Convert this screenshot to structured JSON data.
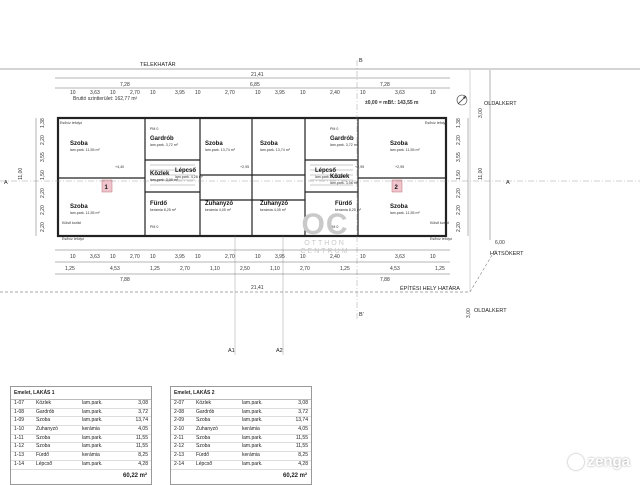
{
  "plan": {
    "top_boundary": "TELEKHATÁR",
    "bottom_boundary": "ÉPÍTÉSI HELY HATÁRA",
    "side_garden": "OLDALKERT",
    "rear_garden": "HÁTSÓKERT",
    "total_width": "21,41",
    "overall_dims": [
      "7,28",
      "6,85",
      "7,28"
    ],
    "left_total": "7,88",
    "right_total": "7,88",
    "left_height": "11,00",
    "right_height": "11,00",
    "gross_area": "Bruttó szintterület: 162,77 m²",
    "level": "±0,00 = mBf.: 143,55 m",
    "setback_1": "6,00",
    "setback_2": "3,00",
    "setback_3": "3,00",
    "unit_1": "1",
    "unit_2": "2",
    "section_a": "A",
    "section_b": "B",
    "section_b1": "B'",
    "section_a1": "A1",
    "section_a2": "A2",
    "rooms": [
      {
        "name": "Szoba",
        "sub": "lam.park. 11,55 m²"
      },
      {
        "name": "Gardrób",
        "sub": "lam.park. 3,72 m²"
      },
      {
        "name": "Szoba",
        "sub": "lam.park. 13,74 m²"
      },
      {
        "name": "Közlek",
        "sub": "lam.park. 3,08 m²"
      },
      {
        "name": "Lépcső",
        "sub": "lam.park. 4,28 m²"
      },
      {
        "name": "Fürdő",
        "sub": "kerámia 8,25 m²"
      },
      {
        "name": "Zuhanyzó",
        "sub": "kerámia 4,05 m²"
      },
      {
        "name": "Szoba",
        "sub": "lam.park. 11,55 m²"
      },
      {
        "name": "Szoba",
        "sub": "lam.park. 13,74 m²"
      },
      {
        "name": "Gardrób",
        "sub": "lam.park. 3,72 m²"
      },
      {
        "name": "Szoba",
        "sub": "lam.park. 11,55 m²"
      },
      {
        "name": "Lépcső",
        "sub": "lam.park. 4,28 m²"
      },
      {
        "name": "Közlek",
        "sub": "lam.park. 3,08 m²"
      },
      {
        "name": "Zuhanyzó",
        "sub": "kerámia 4,05 m²"
      },
      {
        "name": "Fürdő",
        "sub": "kerámia 8,25 m²"
      },
      {
        "name": "Szoba",
        "sub": "lam.park. 11,55 m²"
      }
    ],
    "small_labels": [
      "PM 0",
      "PM 0",
      "PM 0",
      "PM 0",
      "Külső korlát",
      "Külső korlát",
      "Esővíz lefolyó",
      "Esővíz lefolyó",
      "Esővíz lefolyó",
      "Esővíz lefolyó",
      "+2,95",
      "+2,95",
      "+4,40",
      "+2,95"
    ],
    "top_dims": [
      "10",
      "3,63",
      "10",
      "2,70",
      "10",
      "3,95",
      "10",
      "2,70",
      "10",
      "3,95",
      "10",
      "2,40",
      "10",
      "3,63",
      "10"
    ],
    "bottom_dims": [
      "10",
      "3,63",
      "10",
      "2,70",
      "10",
      "3,95",
      "10",
      "2,70",
      "10",
      "3,95",
      "10",
      "2,40",
      "10",
      "3,63",
      "10"
    ],
    "bottom_dims2": [
      "1,25",
      "4,53",
      "1,25",
      "2,70",
      "1,10",
      "2,50",
      "1,10",
      "2,70",
      "1,25",
      "4,53",
      "1,25"
    ],
    "side_dims_left": [
      "1,38",
      "2,20",
      "3,55",
      "1,50",
      "2,20",
      "2,20",
      "2,20"
    ],
    "side_dims_right": [
      "1,38",
      "2,20",
      "3,55",
      "1,50",
      "2,20",
      "2,20",
      "2,20"
    ]
  },
  "tables": [
    {
      "title": "Emelet, LAKÁS 1",
      "rows": [
        [
          "1-07",
          "Közlek",
          "lam.park.",
          "3,08"
        ],
        [
          "1-08",
          "Gardrób",
          "lam.park.",
          "3,72"
        ],
        [
          "1-09",
          "Szoba",
          "lam.park.",
          "13,74"
        ],
        [
          "1-10",
          "Zuhanyzó",
          "kerámia",
          "4,05"
        ],
        [
          "1-11",
          "Szoba",
          "lam.park.",
          "11,55"
        ],
        [
          "1-12",
          "Szoba",
          "lam.park.",
          "11,55"
        ],
        [
          "1-13",
          "Fürdő",
          "kerámia",
          "8,25"
        ],
        [
          "1-14",
          "Lépcső",
          "lam.park.",
          "4,28"
        ]
      ],
      "total": "60,22 m²"
    },
    {
      "title": "Emelet, LAKÁS 2",
      "rows": [
        [
          "2-07",
          "Közlek",
          "lam.park.",
          "3,08"
        ],
        [
          "2-08",
          "Gardrób",
          "lam.park.",
          "3,72"
        ],
        [
          "2-09",
          "Szoba",
          "lam.park.",
          "13,74"
        ],
        [
          "2-10",
          "Zuhanyzó",
          "kerámia",
          "4,05"
        ],
        [
          "2-11",
          "Szoba",
          "lam.park.",
          "11,55"
        ],
        [
          "2-12",
          "Szoba",
          "lam.park.",
          "11,55"
        ],
        [
          "2-13",
          "Fürdő",
          "kerámia",
          "8,25"
        ],
        [
          "2-14",
          "Lépcső",
          "lam.park.",
          "4,28"
        ]
      ],
      "total": "60,22 m²"
    }
  ],
  "watermark": {
    "big": "OC",
    "line1": "OTTHON",
    "line2": "CENTRUM"
  },
  "brand": "zenga"
}
